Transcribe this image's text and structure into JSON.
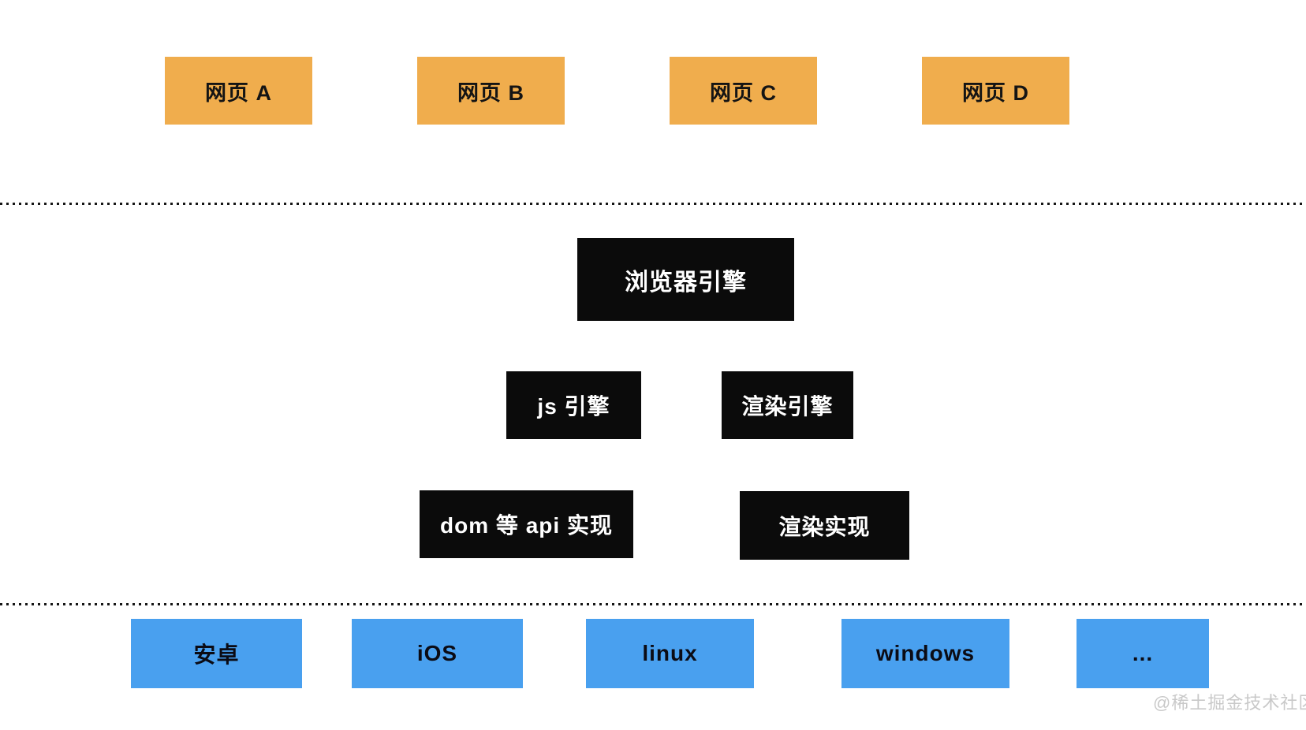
{
  "diagram": {
    "title_semantic": "browser-architecture-diagram",
    "colors": {
      "webpage_box": "#F0AD4D",
      "engine_box": "#0B0B0B",
      "platform_box": "#49A0EF",
      "separator_dots": "#161616",
      "watermark_text": "#C9C9C9"
    },
    "web_pages": [
      {
        "label": "网页 A"
      },
      {
        "label": "网页 B"
      },
      {
        "label": "网页 C"
      },
      {
        "label": "网页 D"
      }
    ],
    "browser_engine": {
      "label": "浏览器引擎"
    },
    "engines": [
      {
        "label": "js 引擎"
      },
      {
        "label": "渲染引擎"
      }
    ],
    "implementations": [
      {
        "label": "dom 等 api 实现"
      },
      {
        "label": "渲染实现"
      }
    ],
    "platforms": [
      {
        "label": "安卓"
      },
      {
        "label": "iOS"
      },
      {
        "label": "linux"
      },
      {
        "label": "windows"
      },
      {
        "label": "..."
      }
    ],
    "watermark": "@稀土掘金技术社区"
  }
}
